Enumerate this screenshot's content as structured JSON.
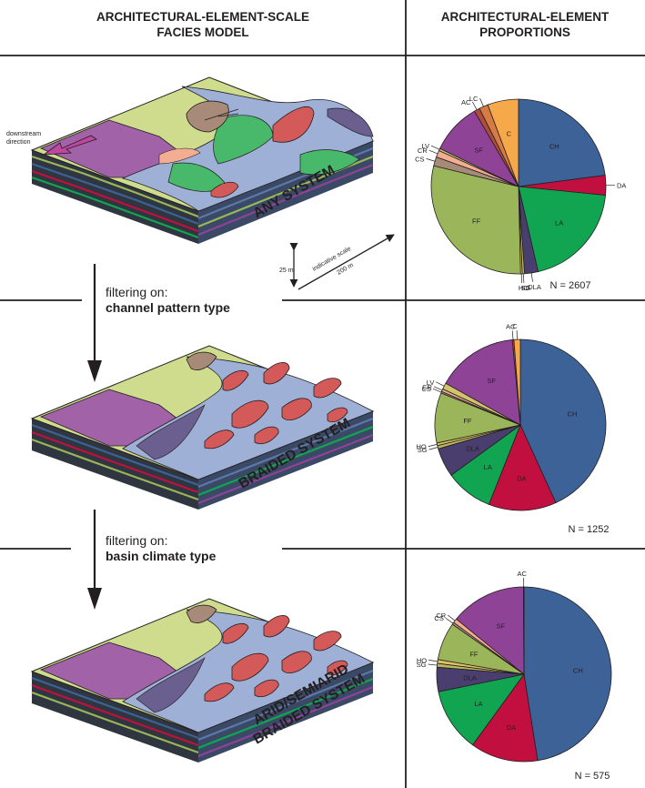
{
  "headers": {
    "left_line1": "ARCHITECTURAL-ELEMENT-SCALE",
    "left_line2": "FACIES MODEL",
    "right_line1": "ARCHITECTURAL-ELEMENT",
    "right_line2": "PROPORTIONS"
  },
  "downstream_label": [
    "downstream",
    "direction"
  ],
  "scale": {
    "vertical": "25 m",
    "title": "indicative scale",
    "horizontal": "200 m"
  },
  "systems": [
    "ANY SYSTEM",
    "BRAIDED SYSTEM",
    "ARID/SEMIARID",
    "BRAIDED SYSTEM"
  ],
  "filters": [
    {
      "prefix": "filtering on:",
      "value": "channel pattern type"
    },
    {
      "prefix": "filtering on:",
      "value": "basin climate type"
    }
  ],
  "colors": {
    "CH": "#3c6298",
    "DA": "#c1103f",
    "LA": "#11a552",
    "DLA": "#4a3e6e",
    "SG": "#b8b860",
    "HO": "#e0c15f",
    "FF": "#9bb55a",
    "CS": "#a88a79",
    "CR": "#f2ad93",
    "LV": "#d0c56b",
    "SF": "#8e4397",
    "AC": "#b04c3e",
    "LC": "#d57b43",
    "C": "#f6a94a"
  },
  "chart_data": [
    {
      "type": "pie",
      "n_label": "N = 2607",
      "categories": [
        "CH",
        "DA",
        "LA",
        "DLA",
        "SG",
        "HO",
        "FF",
        "CS",
        "CR",
        "LV",
        "SF",
        "AC",
        "LC",
        "C"
      ],
      "values": [
        22.0,
        3.5,
        19.0,
        2.4,
        0.4,
        0.3,
        28.0,
        1.6,
        1.2,
        0.4,
        9.0,
        1.0,
        1.6,
        5.5
      ]
    },
    {
      "type": "pie",
      "n_label": "N = 1252",
      "categories": [
        "CH",
        "DA",
        "LA",
        "DLA",
        "SG",
        "HO",
        "FF",
        "CS",
        "CR",
        "LV",
        "SF",
        "AC",
        "C"
      ],
      "values": [
        43.2,
        12.8,
        9.0,
        5.5,
        0.6,
        0.5,
        9.5,
        0.3,
        0.5,
        1.2,
        15.4,
        0.3,
        1.2
      ]
    },
    {
      "type": "pie",
      "n_label": "N = 575",
      "categories": [
        "CH",
        "DA",
        "LA",
        "DLA",
        "SG",
        "HO",
        "FF",
        "CS",
        "CR",
        "SF",
        "AC"
      ],
      "values": [
        47.5,
        12.5,
        11.8,
        4.5,
        0.7,
        0.7,
        7.0,
        0.4,
        0.8,
        14.0,
        0.1
      ]
    }
  ]
}
